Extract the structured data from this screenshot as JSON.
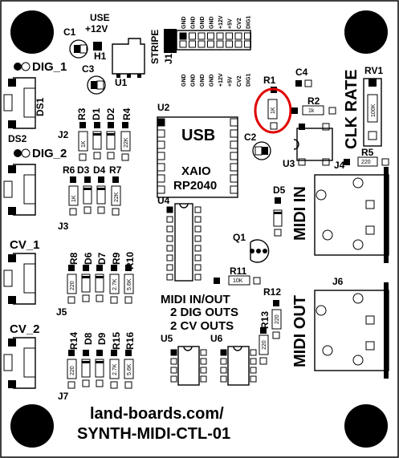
{
  "board": {
    "use_12v_line1": "USE",
    "use_12v_line2": "+12V",
    "stripe": "STRIPE",
    "usb": "USB",
    "xiao": "XAIO",
    "rp2040": "RP2040",
    "clk_rate": "CLK RATE",
    "midi_in": "MIDI IN",
    "midi_out": "MIDI OUT",
    "summary_1": "MIDI IN/OUT",
    "summary_2": "2 DIG OUTS",
    "summary_3": "2 CV OUTS",
    "website": "land-boards.com/",
    "board_name": "SYNTH-MIDI-CTL-01",
    "dig1_label": "DIG_1",
    "dig2_label": "DIG_2",
    "cv1_label": "CV_1",
    "cv2_label": "CV_2",
    "highlight_color": "#e00000"
  },
  "header_pins_top": [
    "GND",
    "GND",
    "GND",
    "GND",
    "+12V",
    "+5V",
    "CV2",
    "DIG1"
  ],
  "header_pins_bottom": [
    "GND",
    "GND",
    "GND",
    "GND",
    "+12V",
    "+5V",
    "CV2",
    "DIG1"
  ],
  "refs": {
    "C1": "C1",
    "H1": "H1",
    "U1": "U1",
    "C3": "C3",
    "J1": "J1",
    "DS1": "DS1",
    "J2": "J2",
    "DS2": "DS2",
    "R1": "R1",
    "R2": "R2",
    "C4": "C4",
    "RV1": "RV1",
    "R5": "R5",
    "U2": "U2",
    "C2": "C2",
    "U3": "U3",
    "J4": "J4",
    "D5": "D5",
    "Q1": "Q1",
    "R11": "R11",
    "U4": "U4",
    "R12": "R12",
    "R13": "R13",
    "J6": "J6",
    "U5": "U5",
    "U6": "U6",
    "R3": "R3",
    "D1": "D1",
    "D2": "D2",
    "R4": "R4",
    "R6": "R6",
    "D3": "D3",
    "D4": "D4",
    "R7": "R7",
    "J3": "J3",
    "R8": "R8",
    "D6": "D6",
    "D7": "D7",
    "R9": "R9",
    "R10": "R10",
    "J5": "J5",
    "R14": "R14",
    "D8": "D8",
    "D9": "D9",
    "R15": "R15",
    "R16": "R16",
    "J7": "J7"
  },
  "values": {
    "r1": "1K",
    "r2": "1k",
    "rv1": "100K",
    "r5": "220",
    "r3": "1K",
    "r4": "22K",
    "r6": "1K",
    "r7": "22K",
    "r8": "220",
    "r9": "2.7K",
    "r10": "5.6K",
    "r11": "10K",
    "r12": "220",
    "r13": "220",
    "r14": "220",
    "r15": "2.7K",
    "r16": "5.6K"
  }
}
